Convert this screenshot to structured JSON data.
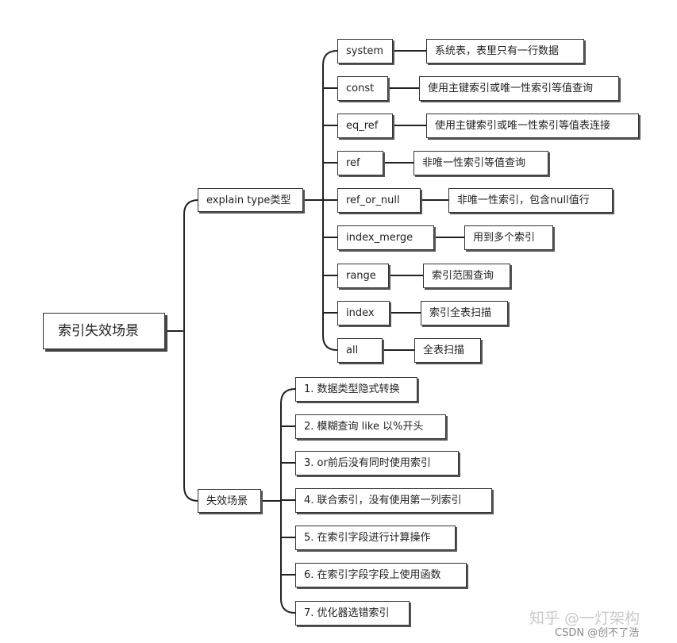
{
  "root": "索引失效场景",
  "branches": [
    {
      "label": "explain type类型",
      "children": [
        {
          "label": "system",
          "desc": "系统表，表里只有一行数据"
        },
        {
          "label": "const",
          "desc": "使用主键索引或唯一性索引等值查询"
        },
        {
          "label": "eq_ref",
          "desc": "使用主键索引或唯一性索引等值表连接"
        },
        {
          "label": "ref",
          "desc": "非唯一性索引等值查询"
        },
        {
          "label": "ref_or_null",
          "desc": "非唯一性索引，包含null值行"
        },
        {
          "label": "index_merge",
          "desc": "用到多个索引"
        },
        {
          "label": "range",
          "desc": "索引范围查询"
        },
        {
          "label": "index",
          "desc": "索引全表扫描"
        },
        {
          "label": "all",
          "desc": "全表扫描"
        }
      ]
    },
    {
      "label": "失效场景",
      "children": [
        {
          "label": "1. 数据类型隐式转换"
        },
        {
          "label": "2. 模糊查询 like 以%开头"
        },
        {
          "label": "3. or前后没有同时使用索引"
        },
        {
          "label": "4. 联合索引，没有使用第一列索引"
        },
        {
          "label": "5. 在索引字段进行计算操作"
        },
        {
          "label": "6. 在索引字段字段上使用函数"
        },
        {
          "label": "7. 优化器选错索引"
        }
      ]
    }
  ],
  "watermark": {
    "zhihu": "知乎 @一灯架构",
    "csdn": "CSDN @创不了浩"
  }
}
